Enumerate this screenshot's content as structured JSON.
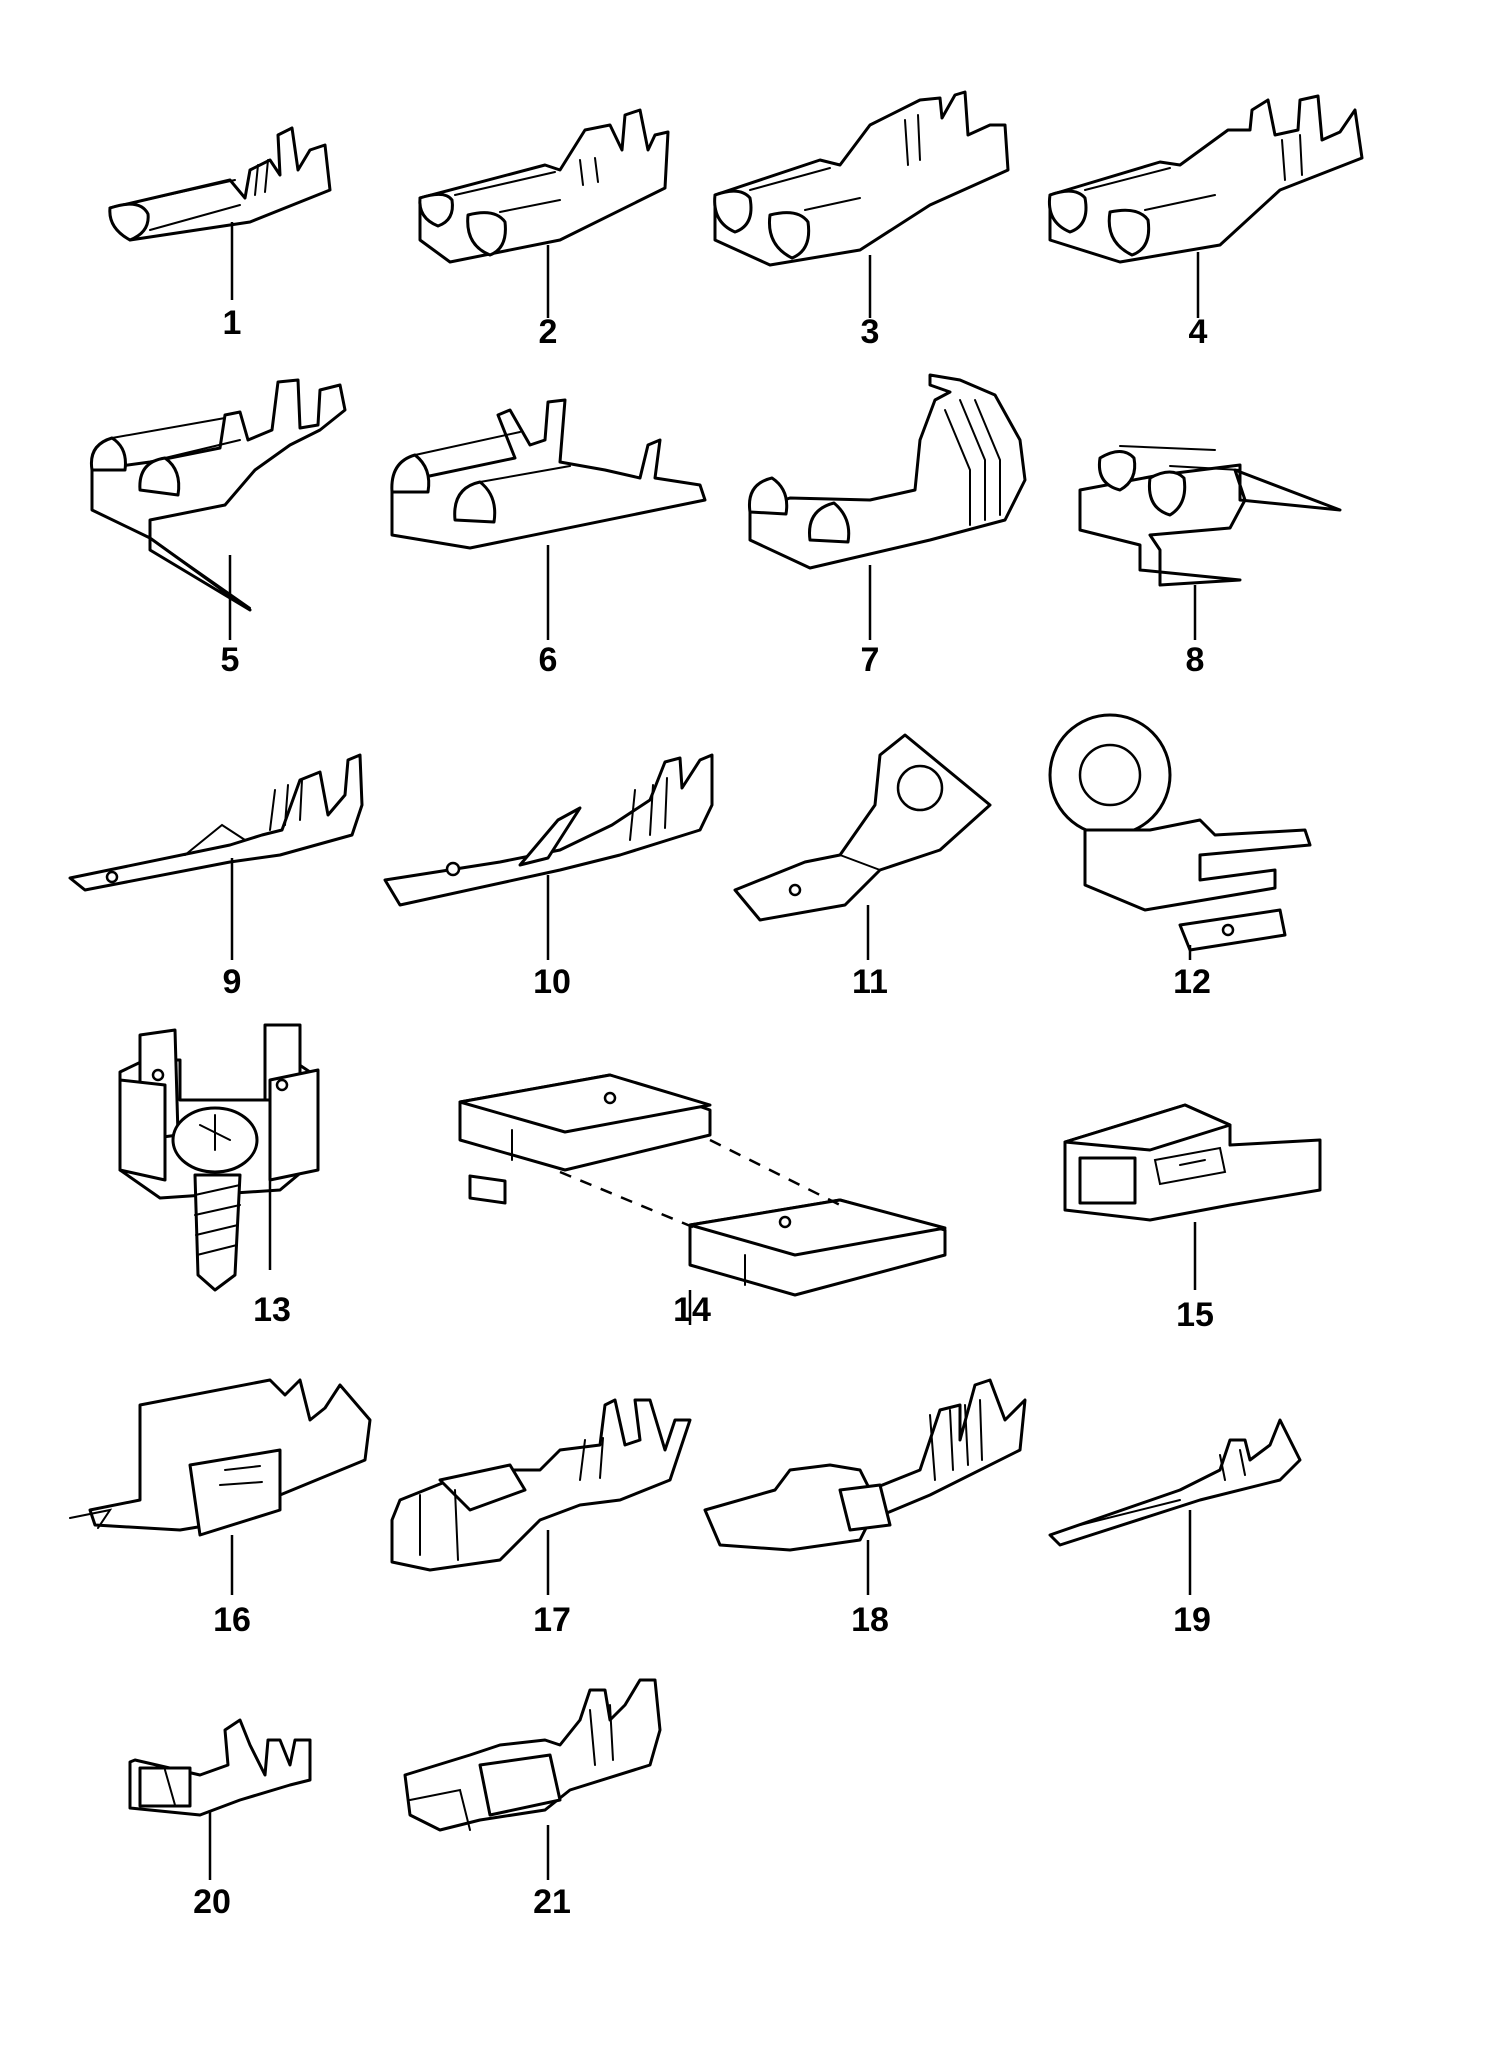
{
  "diagram": {
    "parts": [
      {
        "callout": "1"
      },
      {
        "callout": "2"
      },
      {
        "callout": "3"
      },
      {
        "callout": "4"
      },
      {
        "callout": "5"
      },
      {
        "callout": "6"
      },
      {
        "callout": "7"
      },
      {
        "callout": "8"
      },
      {
        "callout": "9"
      },
      {
        "callout": "10"
      },
      {
        "callout": "11"
      },
      {
        "callout": "12"
      },
      {
        "callout": "13"
      },
      {
        "callout": "14"
      },
      {
        "callout": "15"
      },
      {
        "callout": "16"
      },
      {
        "callout": "17"
      },
      {
        "callout": "18"
      },
      {
        "callout": "19"
      },
      {
        "callout": "20"
      },
      {
        "callout": "21"
      }
    ]
  }
}
